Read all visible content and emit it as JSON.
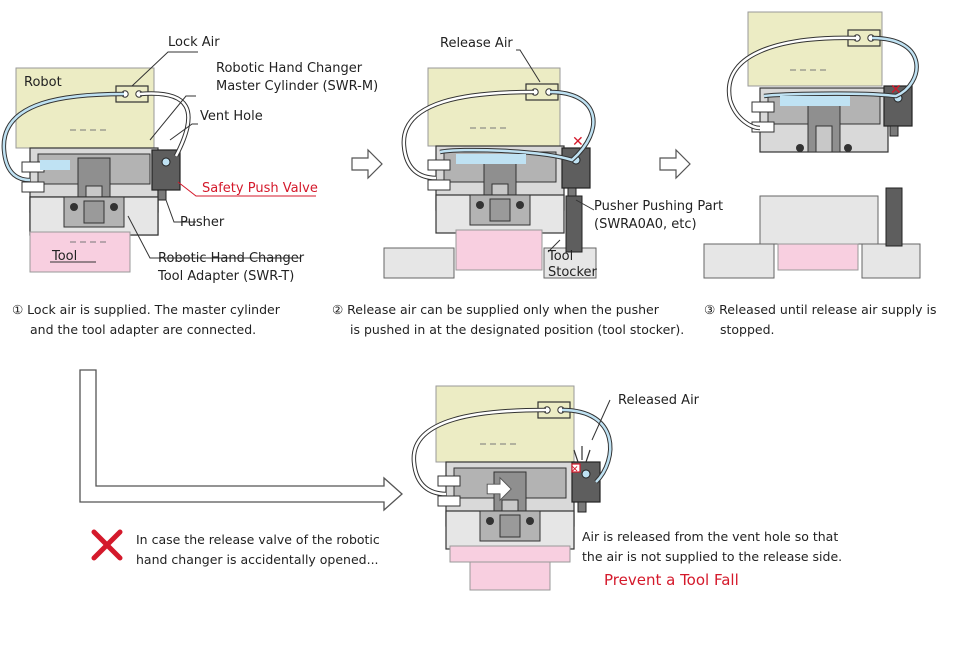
{
  "labels": {
    "lock_air": "Lock Air",
    "robot": "Robot",
    "master_cyl_line1": "Robotic Hand Changer",
    "master_cyl_line2": "Master Cylinder (SWR-M)",
    "vent_hole": "Vent Hole",
    "safety_push_valve": "Safety Push Valve",
    "pusher": "Pusher",
    "tool": "Tool",
    "tool_adapter_line1": "Robotic Hand Changer",
    "tool_adapter_line2": "Tool Adapter (SWR-T)",
    "release_air": "Release Air",
    "pusher_part_line1": "Pusher Pushing Part",
    "pusher_part_line2": "(SWRA0A0, etc)",
    "tool_stocker_line1": "Tool",
    "tool_stocker_line2": "Stocker",
    "released_air": "Released Air"
  },
  "captions": {
    "step1_line1": "① Lock air is supplied. The master cylinder",
    "step1_line2": "and the tool adapter are connected.",
    "step2_line1": "② Release air can be supplied only when the pusher",
    "step2_line2": "is pushed in at the designated position (tool stocker).",
    "step3_line1": "③ Released until release air supply is",
    "step3_line2": "stopped.",
    "case_line1": "In case the release valve of the robotic",
    "case_line2": "hand changer is accidentally opened...",
    "vent_line1": "Air is released from the vent hole so that",
    "vent_line2": "the air is not supplied to the release side.",
    "prevent": "Prevent a Tool Fall"
  },
  "colors": {
    "robot_body": "#ececc4",
    "tool_body": "#f8cfe0",
    "adapter_gray": "#d9d9d9",
    "block_gray": "#b0b0b0",
    "valve_dark": "#5e5e5e",
    "air_blue": "#bfe2f3",
    "accent_red": "#d4192b"
  },
  "icons": {
    "step_arrow": "hollow-arrow-right-icon",
    "case_mark": "red-cross-icon"
  }
}
